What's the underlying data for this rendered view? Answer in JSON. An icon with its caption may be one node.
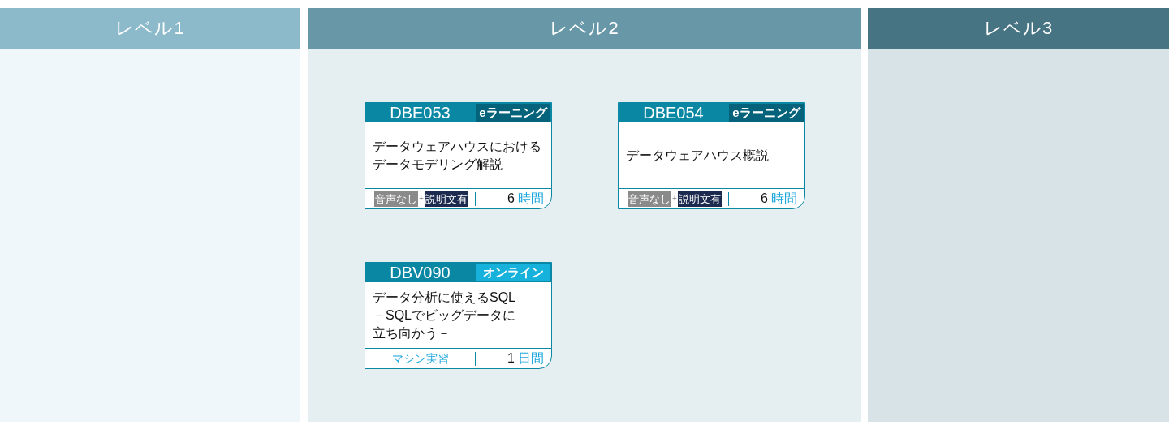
{
  "diagram": {
    "nodes": [
      {
        "text": [
          "レベル1"
        ]
      },
      {
        "text": [
          "レベル2"
        ]
      },
      {
        "text": [
          "レベル3"
        ]
      },
      {
        "text": [
          "DBE053",
          "eラーニング",
          "データウェアハウスにおけるデータモデリング解説",
          "音声なし",
          "+",
          "説明文有",
          "6",
          "時間"
        ],
        "in": 1
      },
      {
        "text": [
          "DBE054",
          "eラーニング",
          "データウェアハウス概説",
          "音声なし",
          "+",
          "説明文有",
          "6",
          "時間"
        ],
        "in": 1
      },
      {
        "text": [
          "DBV090",
          "オンライン",
          "データ分析に使えるSQL－SQLでビッグデータに立ち向かう－",
          "マシン実習",
          "1",
          "日間"
        ],
        "in": 1
      }
    ]
  }
}
